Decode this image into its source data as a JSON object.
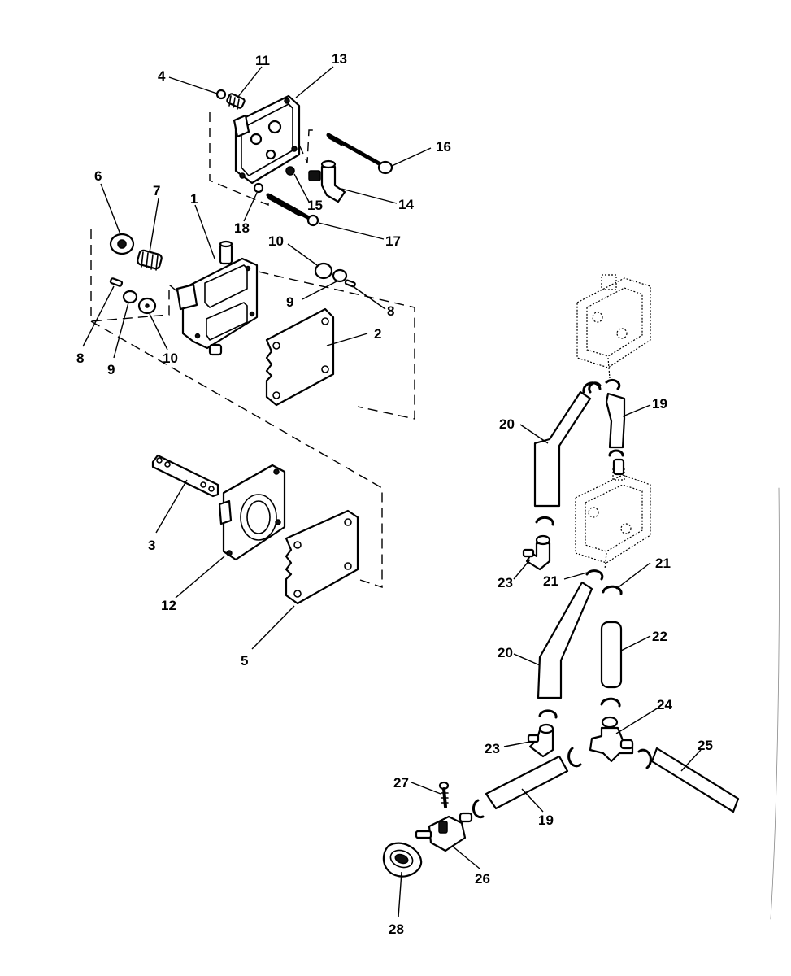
{
  "diagram": {
    "callouts": {
      "c1": "1",
      "c2": "2",
      "c3": "3",
      "c4": "4",
      "c5": "5",
      "c6": "6",
      "c7": "7",
      "c8a": "8",
      "c8b": "8",
      "c9a": "9",
      "c9b": "9",
      "c10a": "10",
      "c10b": "10",
      "c11": "11",
      "c12": "12",
      "c13": "13",
      "c14": "14",
      "c15": "15",
      "c16": "16",
      "c17": "17",
      "c18": "18",
      "c19a": "19",
      "c19b": "19",
      "c20a": "20",
      "c20b": "20",
      "c21a": "21",
      "c21b": "21",
      "c22": "22",
      "c23a": "23",
      "c23b": "23",
      "c24": "24",
      "c25": "25",
      "c26": "26",
      "c27": "27",
      "c28": "28"
    }
  }
}
